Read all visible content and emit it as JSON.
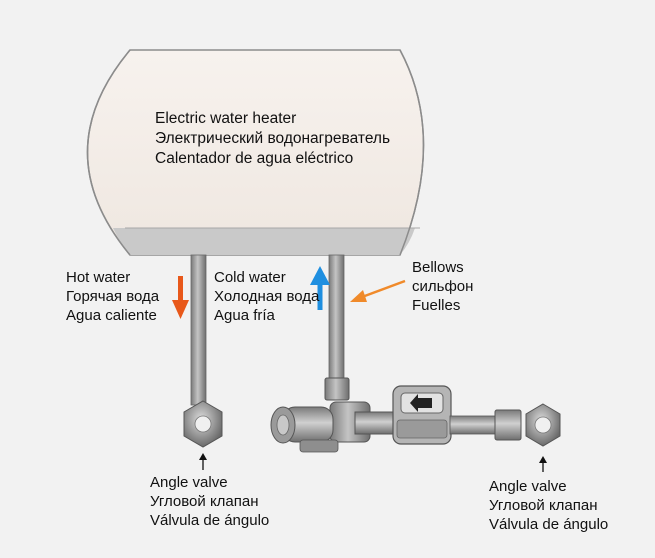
{
  "heater": {
    "line1": "Electric water heater",
    "line2": "Электрический водонагреватель",
    "line3": "Calentador de agua eléctrico"
  },
  "hot_water": {
    "line1": "Hot water",
    "line2": "Горячая вода",
    "line3": "Agua caliente"
  },
  "cold_water": {
    "line1": "Cold water",
    "line2": "Холодная вода",
    "line3": "Agua fría"
  },
  "bellows": {
    "line1": "Bellows",
    "line2": "сильфон",
    "line3": "Fuelles"
  },
  "angle_valve_left": {
    "line1": "Angle valve",
    "line2": "Угловой клапан",
    "line3": "Válvula de ángulo"
  },
  "angle_valve_right": {
    "line1": "Angle valve",
    "line2": "Угловой клапан",
    "line3": "Válvula de ángulo"
  },
  "colors": {
    "hot_arrow": "#e8581a",
    "cold_arrow": "#1f8fe0",
    "bellows_arrow": "#f08a2a",
    "tank_fill": "#f5efe9",
    "water_fill": "#c9c9c9"
  },
  "icons": [
    "hot-flow-arrow",
    "cold-flow-arrow",
    "bellows-pointer-arrow",
    "valve-pointer-arrow",
    "flow-direction-arrow"
  ]
}
